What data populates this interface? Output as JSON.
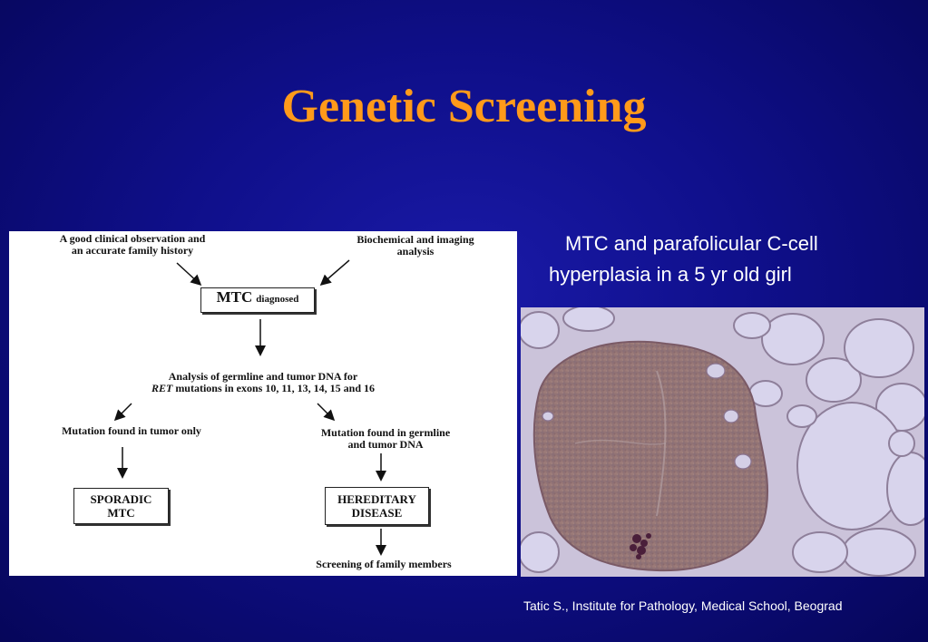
{
  "slide": {
    "title": "Genetic Screening",
    "caption_line1": "MTC and parafolicular C-cell",
    "caption_line2": "hyperplasia in a 5 yr old girl",
    "credit": "Tatic S., Institute for Pathology, Medical School, Beograd"
  },
  "flowchart": {
    "observation_line1": "A good clinical observation and",
    "observation_line2": "an accurate family history",
    "biochem_line1": "Biochemical and imaging",
    "biochem_line2": "analysis",
    "mtc_main": "MTC",
    "mtc_sub": "diagnosed",
    "analysis_line1": "Analysis of germline and tumor DNA for",
    "analysis_ret": "RET",
    "analysis_line2_rest": "mutations in exons 10, 11, 13, 14, 15 and 16",
    "tumor_only": "Mutation found in tumor only",
    "germline_line1": "Mutation found in germline",
    "germline_line2": "and tumor DNA",
    "sporadic_line1": "SPORADIC",
    "sporadic_line2": "MTC",
    "hereditary_line1": "HEREDITARY",
    "hereditary_line2": "DISEASE",
    "screening": "Screening of family members"
  },
  "colors": {
    "title": "#ff9a1a",
    "background": "#0f0f8a",
    "text": "#ffffff"
  }
}
